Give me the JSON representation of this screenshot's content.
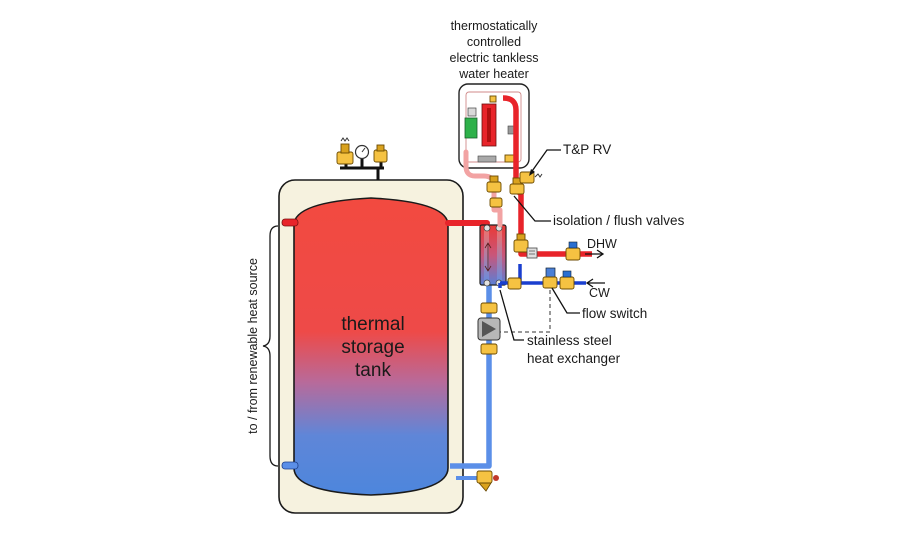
{
  "labels": {
    "heater_line1": "thermostatically",
    "heater_line2": "controlled",
    "heater_line3": "electric tankless",
    "heater_line4": "water heater",
    "tprv": "T&P RV",
    "isolation_valves": "isolation / flush valves",
    "dhw": "DHW",
    "cw": "CW",
    "flow_switch": "flow switch",
    "hx_line1": "stainless steel",
    "hx_line2": "heat exchanger",
    "tank_line1": "thermal",
    "tank_line2": "storage",
    "tank_line3": "tank",
    "side_label": "to / from renewable heat source"
  },
  "colors": {
    "hot": "#f24a40",
    "cold": "#4f86dd",
    "pipe_hot": "#e8242a",
    "pipe_cold": "#5b8fe8",
    "pipe_dhw_cold": "#1a3fcf",
    "pipe_pink": "#f2a3a3",
    "tank_jacket": "#f6f2df",
    "valve": "#f5c242"
  }
}
